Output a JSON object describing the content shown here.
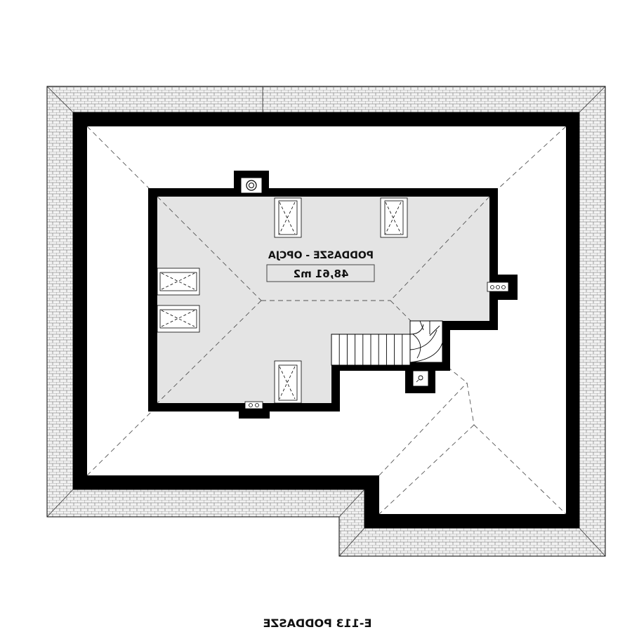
{
  "plan": {
    "room_name": "PODDASZE - OPCJA",
    "room_area": "48,61 m2",
    "caption": "E-113 PODDASZE"
  },
  "colors": {
    "wall": "#000000",
    "room_fill": "#e4e4e4",
    "roof_tile_fill": "#f2f2f2",
    "roof_tile_line": "#6a6a6a",
    "dashed_line": "#555555",
    "paper": "#ffffff"
  },
  "elements": {
    "roof_windows": 5,
    "stair_treads": 10
  }
}
